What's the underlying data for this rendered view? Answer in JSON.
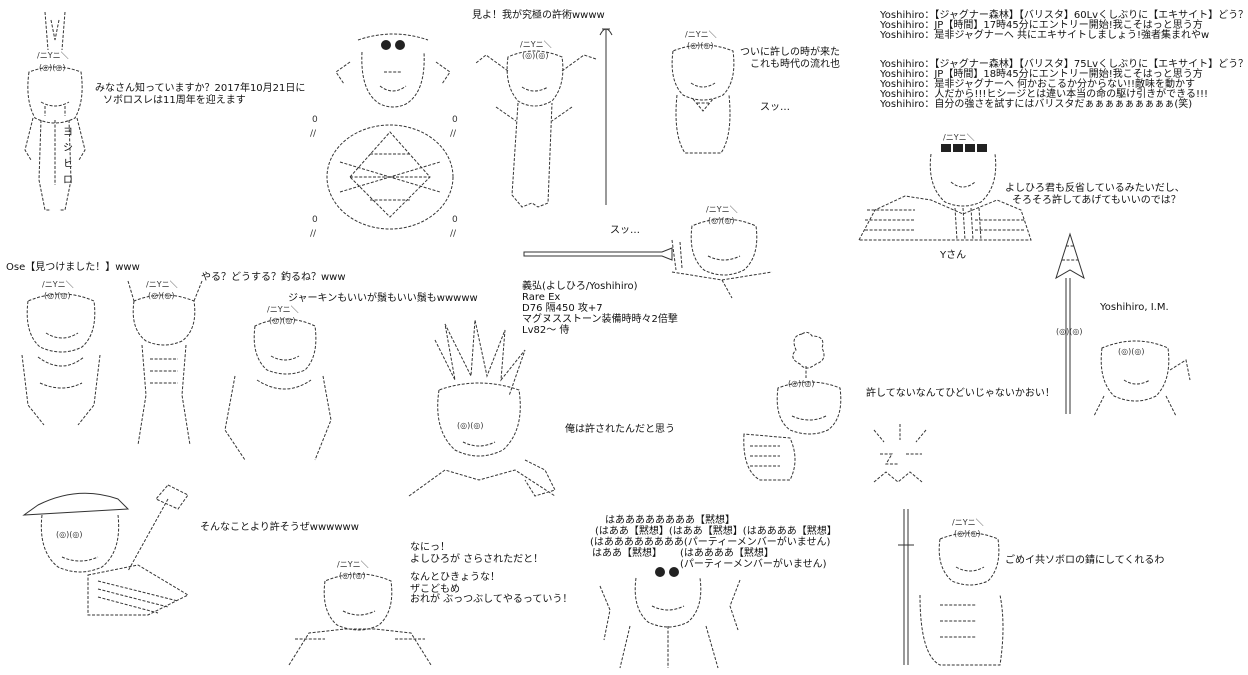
{
  "texts": {
    "anniv_1": "みなさん知っていますか？2017年10月21日に",
    "anniv_2": "ソボロスレは11周年を迎えます",
    "yoshihiro_vertical": "ヨシヒロ",
    "behold": "見よ！我が究極の許術wwww",
    "time_1": "ついに許しの時が来た",
    "time_2": "これも時代の流れ也",
    "sukku_1": "スッ…",
    "sukku_2": "スッ…",
    "chat_1": [
      "Yoshihiro：【ジャグナー森林】【バリスタ】60Lvくしぶりに【エキサイト】どう？",
      "Yoshihiro：JP【時間】17時45分にエントリー開始!我こそはっと思う方",
      "Yoshihiro：是非ジャグナーへ 共にエキサイトしましょう!強者集まれやw"
    ],
    "chat_2": [
      "Yoshihiro：【ジャグナー森林】【バリスタ】75Lvくしぶりに【エキサイト】どう？",
      "Yoshihiro：JP【時間】18時45分にエントリー開始!我こそはっと思う方",
      "Yoshihiro：是非ジャグナーへ 何かおこるか分からない!!敵味を動かす",
      "Yoshihiro：人だから!!!ヒシージとは違い本当の命の駆け引きができる!!!",
      "Yoshihiro：自分の強さを試すにはバリスタだぁぁぁぁぁぁぁぁぁ(笑)"
    ],
    "forgive_1": "よしひろ君も反省しているみたいだし、",
    "forgive_2": "そろそろ許してあげてもいいのでは？",
    "ysan": "Yさん",
    "yoshihiro_im": "Yoshihiro, I.M.",
    "ose": "Ose【見つけました！】www",
    "yaru": "やる？どうする？釣るね？www",
    "jerkin": "ジャーキンもいいが鬚もいい鬚もwwwww",
    "status": [
      "義弘(よしひろ/Yoshihiro)",
      "Rare Ex",
      "D76 隔450 攻+7",
      "マグヌスストーン装備時時々2倍撃",
      "Lv82～ 侍"
    ],
    "forgiven": "俺は許されたんだと思う",
    "not_forgiven": "許してないなんてひどいじゃないかおい！",
    "sonna": "そんなことより許そうぜwwwwww",
    "naniko": [
      "なにっ！",
      "よしひろが さらされただと！",
      "なんとひきょうな！",
      "ザこどもめ",
      "おれが ぶっつぶしてやるっていう！"
    ],
    "haaa": [
      "はああああああああ【黙想】",
      "(はああ【黙想】(はああ【黙想】(はああああ【黙想】",
      "(はああああああああ(パーティーメンバーがいません)",
      "はああ【黙想】",
      "(はああああ【黙想】",
      "(パーティーメンバーがいません)"
    ],
    "gomen": "ごめイ共ソボロの錆にしてくれるわ",
    "face_mark": "/ニYニ＼",
    "face_eyes": "(◎)(◎)",
    "face_fangs": "|//|"
  }
}
